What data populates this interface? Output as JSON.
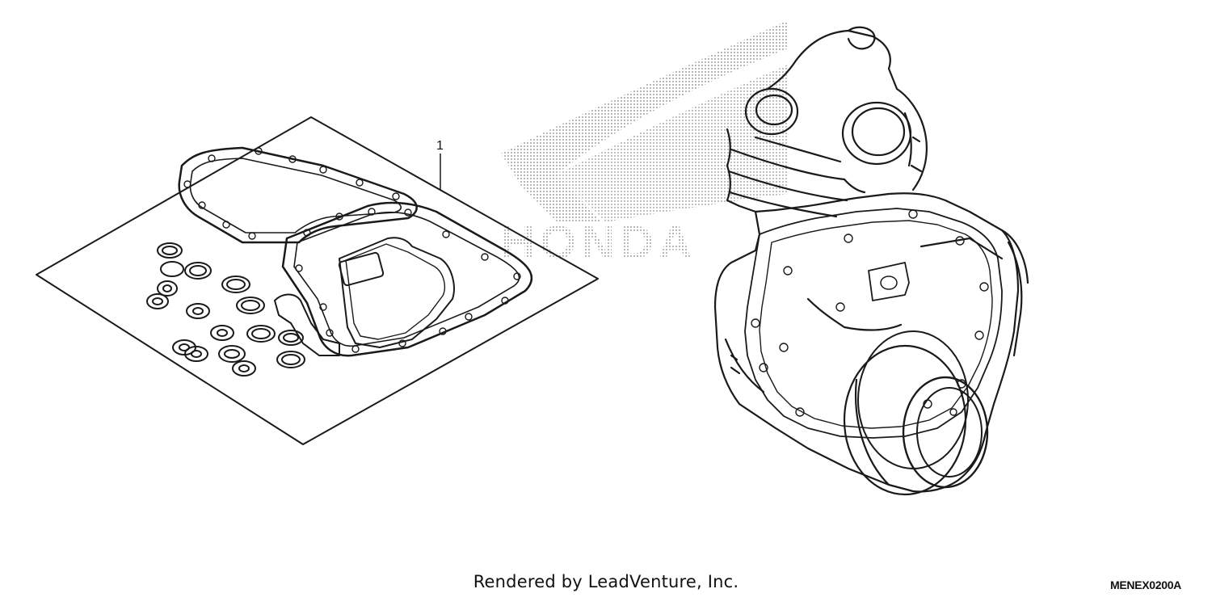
{
  "diagram": {
    "callout_number": "1",
    "watermark_text": "HONDA",
    "footer_credit": "Rendered by LeadVenture, Inc.",
    "diagram_code": "MENEX0200A"
  },
  "colors": {
    "line": "#1a1a1a",
    "watermark": "#bdbdbd",
    "background": "#ffffff"
  },
  "icons": {
    "watermark_logo": "honda-wing-icon"
  }
}
